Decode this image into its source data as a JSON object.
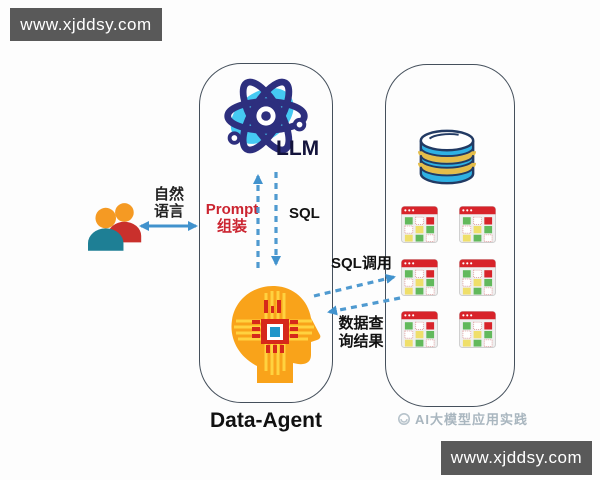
{
  "banners": {
    "top_text": "www.xjddsy.com",
    "bottom_text": "www.xjddsy.com"
  },
  "actors": {
    "users_icon": "users-icon",
    "users_label": {
      "line1": "自然",
      "line2": "语言"
    }
  },
  "agent_panel": {
    "llm_icon": "atom-icon",
    "llm_label": "LLM",
    "prompt_label": {
      "line1": "Prompt",
      "line2": "组装"
    },
    "sql_label": "SQL",
    "agent_icon": "head-chip-icon",
    "title": "Data-Agent"
  },
  "db_panel": {
    "database_icon": "database-cylinder-icon",
    "table_icon": "data-table-icon",
    "table_count": 6
  },
  "flows": {
    "nl_arrow": "double-headed-arrow",
    "prompt_arrow": "dashed-up-arrow",
    "sql_arrow": "dashed-down-arrow",
    "sql_call_label": "SQL调用",
    "query_result_label": {
      "line1": "数据查",
      "line2": "询结果"
    }
  },
  "watermark": {
    "icon": "watermark-logo-icon",
    "text": "AI大模型应用实践"
  },
  "colors": {
    "banner_bg": "#595959",
    "panel_border": "#45505c",
    "arrow_blue": "#4192cd",
    "prompt_red": "#cb2430",
    "atom_navy": "#2d2f7e",
    "atom_cyan": "#45c9f2",
    "head_orange": "#f9a31a",
    "circuit_yellow": "#ffd23f",
    "chip_red": "#d6281a",
    "chip_core_blue": "#2196c9",
    "db_blue": "#2fb1e3",
    "db_yellow": "#e4bd4a",
    "table_red": "#d8232a",
    "person_teal": "#1e7f95",
    "person_red": "#c9302c",
    "person_head_orange": "#f59a23",
    "watermark_gray": "#a9b6bf"
  }
}
